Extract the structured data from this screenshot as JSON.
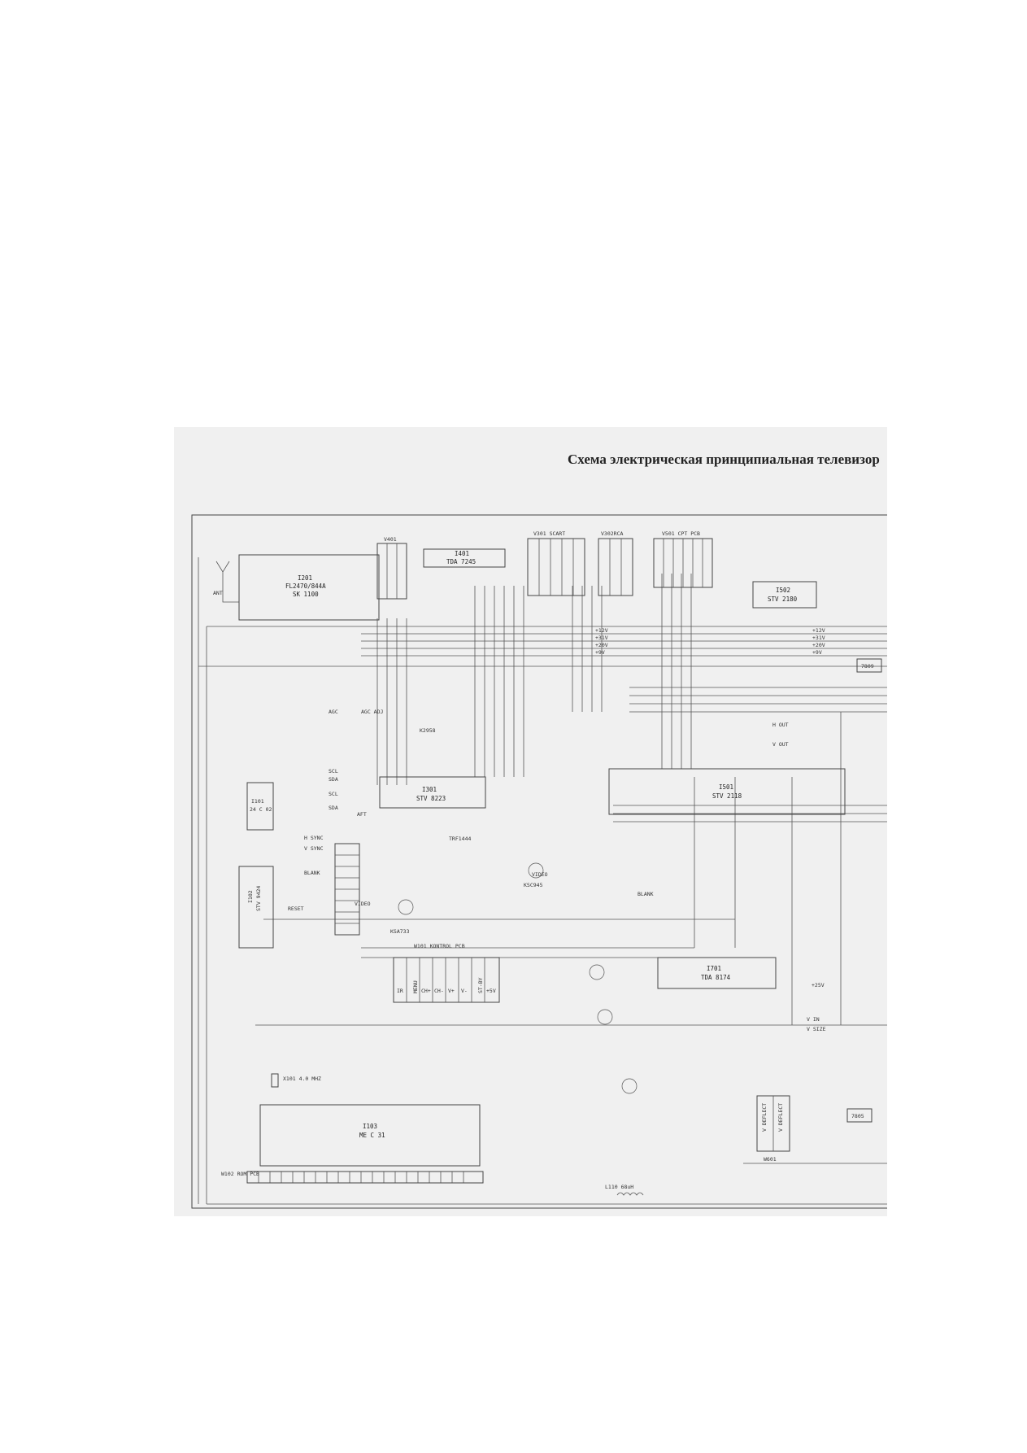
{
  "title": "Схема электрическая принципиальная телевизор",
  "scan_colors": {
    "paper": "#f0f0f0",
    "ink": "#444444",
    "page": "#ffffff"
  },
  "components": {
    "tuner": {
      "ref": "I201",
      "part": "FL2470/844A",
      "sub": "SK 1100"
    },
    "ant": "ANT",
    "sound_ic": {
      "ref": "I401",
      "part": "TDA 7245"
    },
    "v401": "V401",
    "scart": "V301  SCART",
    "rca": "V302RCA",
    "cpt": "V501  CPT PCB",
    "vsw": {
      "ref": "I502",
      "part": "STV 2180"
    },
    "if_ic": {
      "ref": "I301",
      "part": "STV 8223"
    },
    "chroma": {
      "ref": "I501",
      "part": "STV 2118"
    },
    "eeprom": {
      "ref": "I101",
      "part": "24 C 02"
    },
    "osd": {
      "ref": "I102",
      "part": "STV 9424"
    },
    "mcu": {
      "ref": "I103",
      "part": "ME C 31"
    },
    "vert": {
      "ref": "I701",
      "part": "TDA 8174"
    },
    "kontrol": "W101 KONTROL PCB",
    "rom": "W102 ROM PCB",
    "w601": "W601",
    "reg7809": "7809",
    "reg7805": "7805",
    "xtal": "X101  4.0 MHZ"
  },
  "labels": {
    "rails": [
      "+12V",
      "+31V",
      "+20V",
      "+9V"
    ],
    "bus": [
      "SCL",
      "SDA",
      "H SYNC",
      "V SYNC",
      "BLANK",
      "RESET",
      "VIDEO"
    ],
    "kontrol_pins": [
      "IR",
      "MENU",
      "CH+",
      "CH-",
      "V+",
      "V-",
      "ST-BY",
      "+5V"
    ],
    "misc": [
      "AGC",
      "AFT",
      "AGC ADJ",
      "+5V",
      "H OUT",
      "V OUT",
      "V SIZE",
      "V IN",
      "L110  68uH",
      "TRF1444",
      "K2958",
      "KSA733",
      "KSC945",
      "+25V"
    ],
    "deflect": [
      "V DEFLECT",
      "V DEFLECT"
    ]
  }
}
